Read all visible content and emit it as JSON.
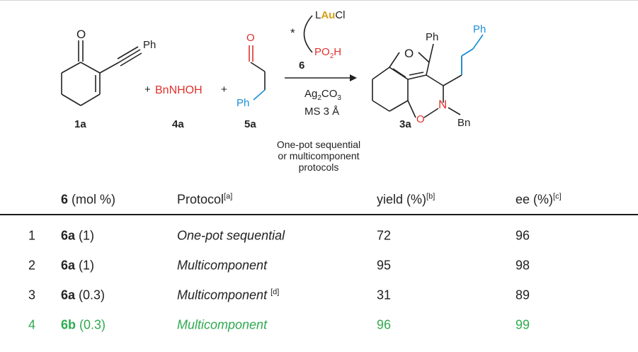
{
  "colors": {
    "red": "#e0302b",
    "blue": "#1f8fd6",
    "gold": "#d4a017",
    "green": "#2eaa4f",
    "text": "#222222"
  },
  "scheme": {
    "ketone_O": "O",
    "ketone_Ph": "Ph",
    "label_1a": "1a",
    "plus1": "+",
    "reagent_4a": "BnNHOH",
    "plus2": "+",
    "label_4a": "4a",
    "aldehyde_O": "O",
    "aldehyde_Ph": "Ph",
    "label_5a": "5a",
    "cat_star": "*",
    "cat_L": "L",
    "cat_Au": "Au",
    "cat_Cl": "Cl",
    "cat_PO": "PO",
    "cat_sub2": "2",
    "cat_H": "H",
    "cat_label": "6",
    "cond_ag_main": "Ag",
    "cond_ag_sub1": "2",
    "cond_ag_co": "CO",
    "cond_ag_sub2": "3",
    "cond_ms": "MS 3 Å",
    "prod_O_furan": "O",
    "prod_Ph_top": "Ph",
    "prod_Ph_chain": "Ph",
    "prod_N": "N",
    "prod_O_ring": "O",
    "prod_Bn": "Bn",
    "label_3a": "3a",
    "caption_line1": "One-pot sequential",
    "caption_line2": "or multicomponent",
    "caption_line3": "protocols"
  },
  "table": {
    "header": {
      "cat_bold": "6",
      "cat_rest": " (mol %)",
      "protocol": "Protocol",
      "protocol_note": "[a]",
      "yield": "yield (%)",
      "yield_note": "[b]",
      "ee": "ee (%)",
      "ee_note": "[c]"
    },
    "rows": [
      {
        "idx": "1",
        "cat_bold": "6a",
        "cat_load": " (1)",
        "protocol": "One-pot sequential",
        "note": "",
        "yield": "72",
        "ee": "96"
      },
      {
        "idx": "2",
        "cat_bold": "6a",
        "cat_load": " (1)",
        "protocol": "Multicomponent",
        "note": "",
        "yield": "95",
        "ee": "98"
      },
      {
        "idx": "3",
        "cat_bold": "6a",
        "cat_load": " (0.3)",
        "protocol": "Multicomponent ",
        "note": "[d]",
        "yield": "31",
        "ee": "89"
      },
      {
        "idx": "4",
        "cat_bold": "6b",
        "cat_load": " (0.3)",
        "protocol": "Multicomponent",
        "note": "",
        "yield": "96",
        "ee": "99"
      }
    ]
  }
}
